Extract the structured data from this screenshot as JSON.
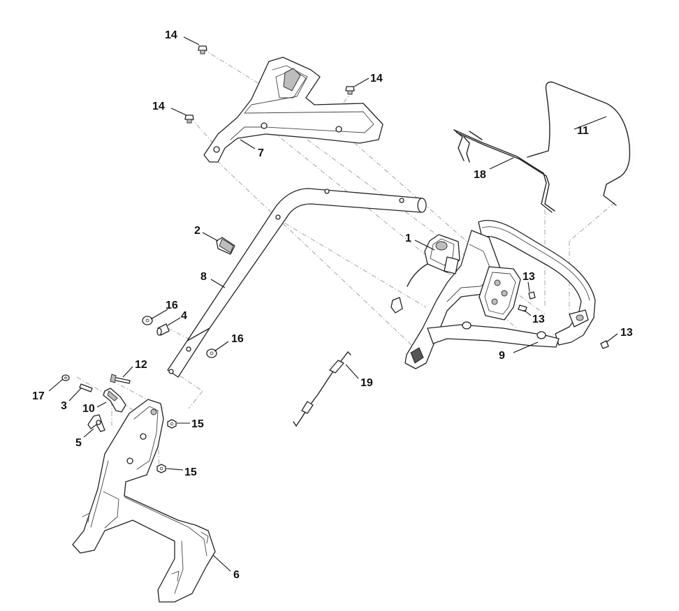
{
  "title": "Handle assembly exploded parts diagram",
  "callouts": {
    "c1": "1",
    "c2": "2",
    "c3": "3",
    "c4": "4",
    "c5": "5",
    "c6": "6",
    "c7": "7",
    "c8": "8",
    "c9": "9",
    "c10": "10",
    "c11": "11",
    "c12": "12",
    "c13a": "13",
    "c13b": "13",
    "c13c": "13",
    "c14a": "14",
    "c14b": "14",
    "c14c": "14",
    "c15a": "15",
    "c15b": "15",
    "c16a": "16",
    "c16b": "16",
    "c17": "17",
    "c18": "18",
    "c19": "19"
  },
  "colors": {
    "line": "#222222",
    "guide": "#9a9a9a",
    "shade": "#bdbdbd",
    "background": "#ffffff"
  }
}
